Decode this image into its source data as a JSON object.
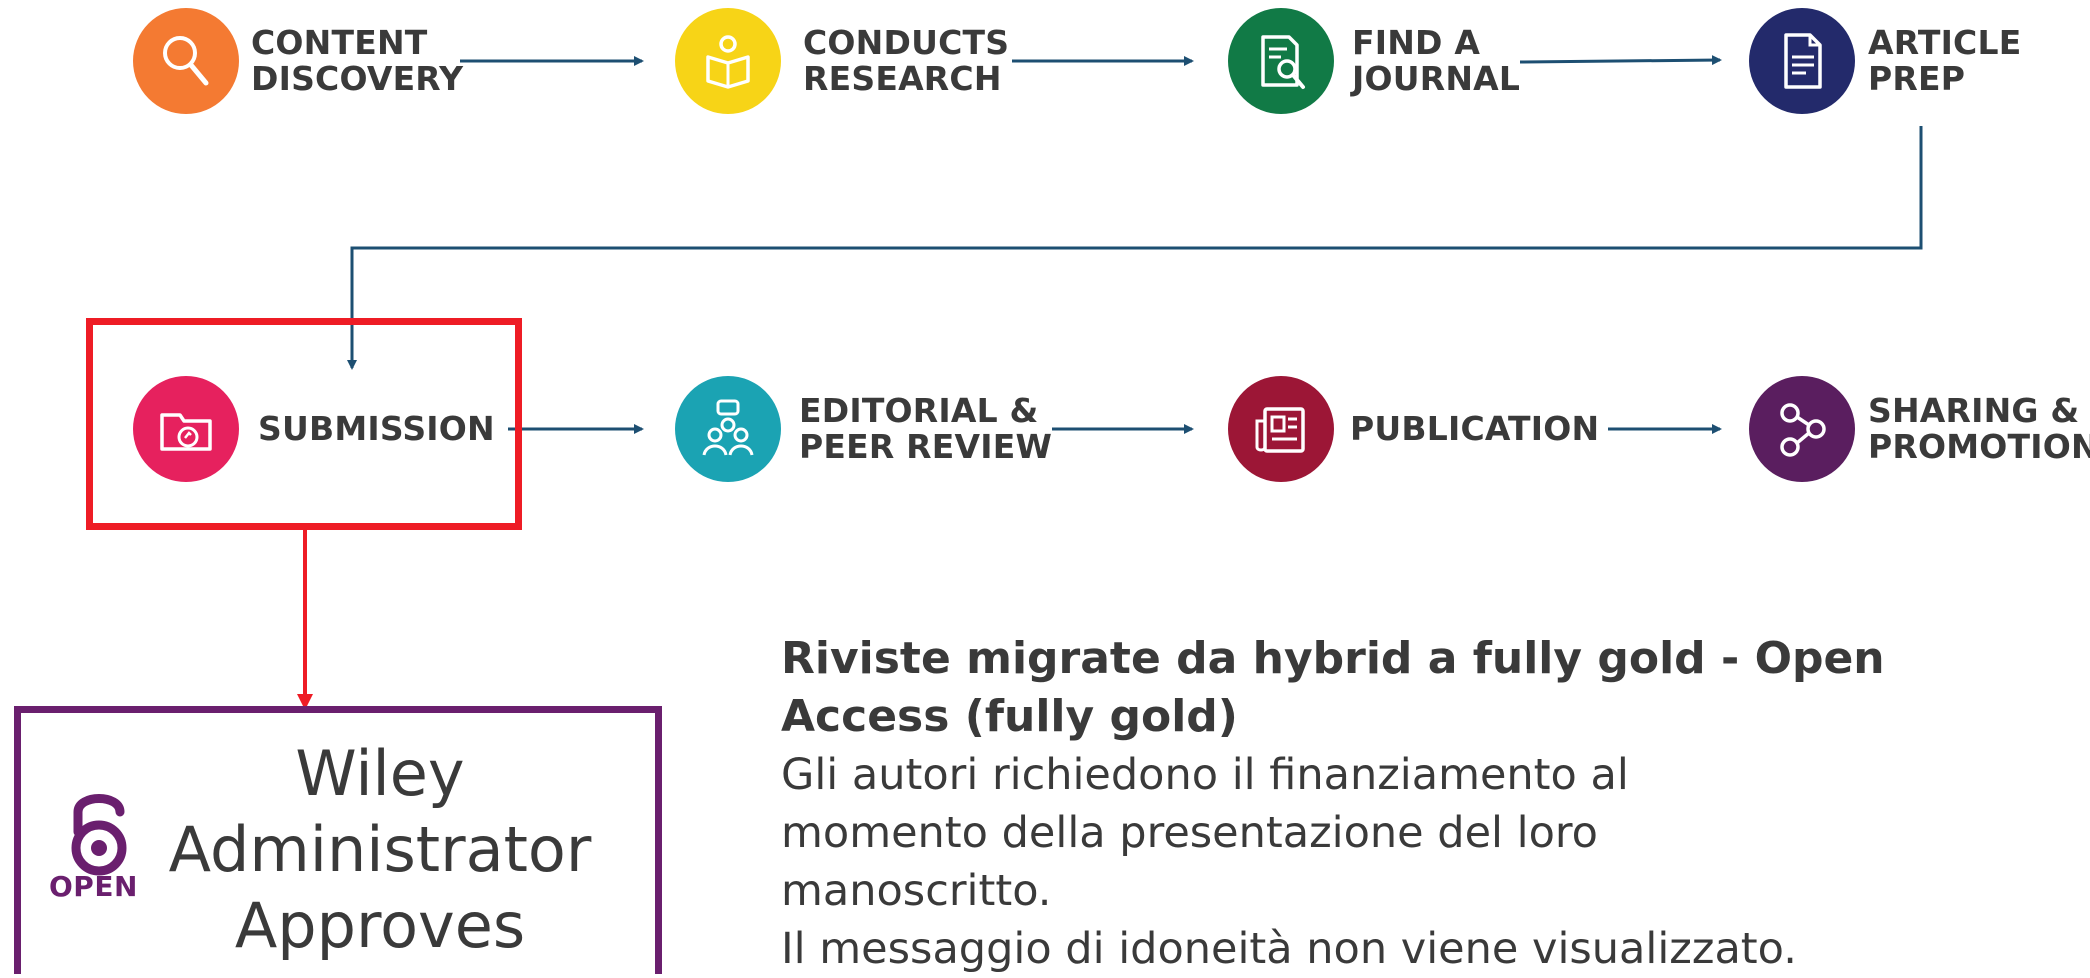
{
  "steps": [
    {
      "label_1": "CONTENT",
      "label_2": "DISCOVERY",
      "icon": "magnifier-icon",
      "color": "#f47a32"
    },
    {
      "label_1": "CONDUCTS",
      "label_2": "RESEARCH",
      "icon": "reader-book-icon",
      "color": "#f7d417"
    },
    {
      "label_1": "FIND A",
      "label_2": "JOURNAL",
      "icon": "document-search-icon",
      "color": "#117a46"
    },
    {
      "label_1": "ARTICLE",
      "label_2": "PREP",
      "icon": "document-icon",
      "color": "#232a6b"
    },
    {
      "label_1": "SUBMISSION",
      "label_2": "",
      "icon": "folder-icon",
      "color": "#e6215e"
    },
    {
      "label_1": "EDITORIAL &",
      "label_2": "PEER REVIEW",
      "icon": "people-chat-icon",
      "color": "#1ba3b3"
    },
    {
      "label_1": "PUBLICATION",
      "label_2": "",
      "icon": "newspaper-icon",
      "color": "#9c1636"
    },
    {
      "label_1": "SHARING &",
      "label_2": "PROMOTION",
      "icon": "share-icon",
      "color": "#5a1e5f"
    }
  ],
  "highlight": {
    "box_color": "#ee1c25"
  },
  "wiley_box": {
    "line_1": "Wiley",
    "line_2": "Administrator",
    "line_3": "Approves",
    "logo_text": "OPEN",
    "border_color": "#6a1f6e"
  },
  "info": {
    "title_1": "Riviste migrate da hybrid a fully gold - Open",
    "title_2": "Access (fully gold)",
    "line_1": "Gli autori richiedono il finanziamento al",
    "line_2": "momento della presentazione del loro",
    "line_3": "manoscritto.",
    "line_4": "Il messaggio di idoneità non viene visualizzato."
  },
  "connector_color": "#1d4f72"
}
